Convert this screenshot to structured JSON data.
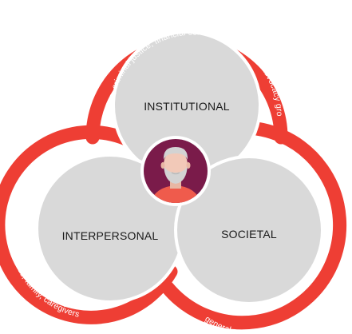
{
  "colors": {
    "ring": "#ee3e34",
    "circle_fill": "#d9d9d9",
    "center_fill": "#7a1b4a",
    "skin": "#f2c9b8",
    "hair": "#c9c9c9",
    "shirt": "#ef5b4c"
  },
  "diagram": {
    "circles": {
      "institutional": "INSTITUTIONAL",
      "interpersonal": "INTERPERSONAL",
      "societal": "SOCIETAL"
    },
    "ring_labels": {
      "institutional": "legislative, criminal justice, financial services, government advocacy groups",
      "interpersonal": "friends, family, caregivers",
      "societal": "general public, news media, social media, entertainment"
    },
    "center_icon": "person-icon"
  }
}
